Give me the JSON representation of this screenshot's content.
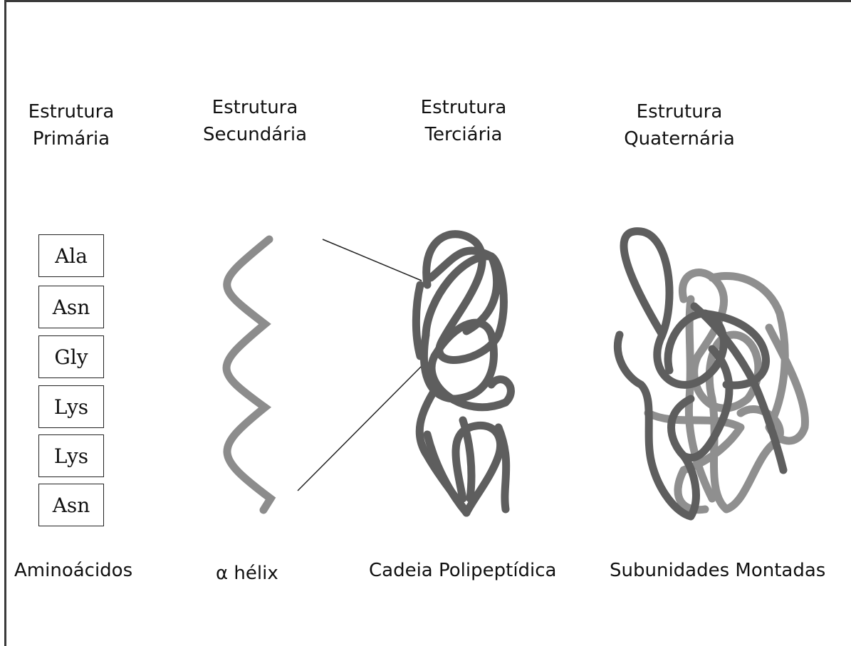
{
  "headings": {
    "primary": [
      "Estrutura",
      "Primária"
    ],
    "secondary": [
      "Estrutura",
      "Secundária"
    ],
    "tertiary": [
      "Estrutura",
      "Terciária"
    ],
    "quaternary": [
      "Estrutura",
      "Quaternária"
    ]
  },
  "amino_acids": [
    "Ala",
    "Asn",
    "Gly",
    "Lys",
    "Lys",
    "Asn"
  ],
  "captions": {
    "primary": "Aminoácidos",
    "secondary": "α hélix",
    "tertiary": "Cadeia Polipeptídica",
    "quaternary": "Subunidades Montadas"
  },
  "colors": {
    "helix": "#8c8c8c",
    "chain": "#5e5e5e",
    "subunit_light": "#8f8f8f",
    "text": "#111111"
  }
}
